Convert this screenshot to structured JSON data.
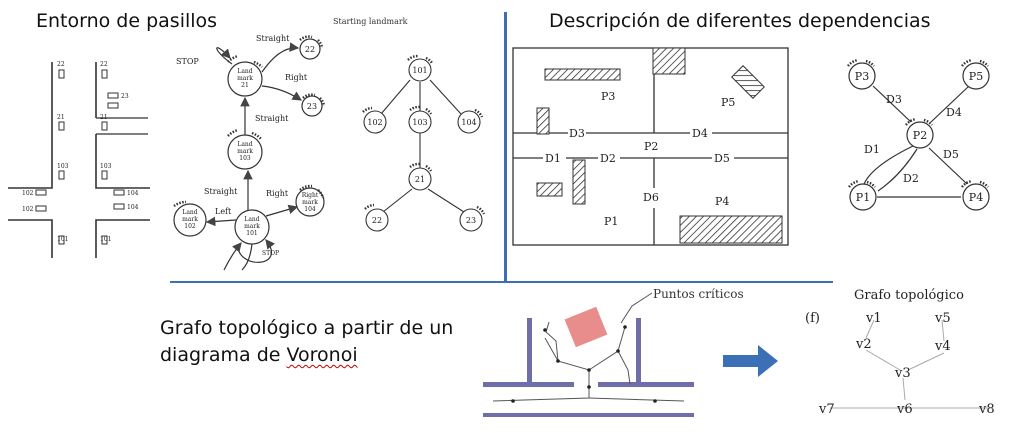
{
  "titles": {
    "hallways": "Entorno de pasillos",
    "rooms": "Descripción de diferentes dependencias",
    "voronoi_line1": "Grafo topológico a partir de un",
    "voronoi_line2_a": "diagrama de ",
    "voronoi_line2_b": "Voronoi"
  },
  "hallway_map": {
    "labels": [
      "22",
      "22",
      "23",
      "21",
      "21",
      "103",
      "103",
      "102",
      "102",
      "104",
      "104",
      "101",
      "101"
    ]
  },
  "landmark_graph": {
    "nodes": [
      {
        "lines": [
          "Land",
          "mark",
          "21"
        ]
      },
      {
        "lines": [
          "Land",
          "mark",
          "103"
        ]
      },
      {
        "lines": [
          "Land",
          "mark",
          "101"
        ]
      },
      {
        "lines": [
          "Land",
          "mark",
          "102"
        ]
      },
      {
        "lines": [
          "Right",
          "mark",
          "104"
        ]
      },
      {
        "lines": [
          "22"
        ]
      },
      {
        "lines": [
          "23"
        ]
      }
    ],
    "edge_labels": {
      "stop_top": "STOP",
      "straight_top": "Straight",
      "right_top": "Right",
      "straight_mid": "Straight",
      "straight_low": "Straight",
      "right_low": "Right",
      "left": "Left",
      "stop_bottom": "STOP"
    }
  },
  "tree_graph": {
    "caption": "Starting landmark",
    "nodes": [
      "101",
      "102",
      "103",
      "104",
      "21",
      "22",
      "23"
    ]
  },
  "floor_plan": {
    "rooms": [
      "P3",
      "P5",
      "P2",
      "P1",
      "P4"
    ],
    "doors": [
      "D3",
      "D4",
      "D1",
      "D2",
      "D5",
      "D6"
    ]
  },
  "room_graph": {
    "nodes": [
      "P3",
      "P5",
      "P2",
      "P1",
      "P4"
    ],
    "edges": [
      "D3",
      "D4",
      "D1",
      "D5",
      "D2"
    ]
  },
  "voronoi": {
    "label": "Puntos críticos"
  },
  "topological_graph": {
    "title": "Grafo topológico",
    "tag": "(f)",
    "nodes": [
      "v1",
      "v5",
      "v2",
      "v4",
      "v3",
      "v7",
      "v6",
      "v8"
    ]
  },
  "colors": {
    "separator": "#3f6fb0",
    "arrow": "#3b6fb6",
    "obstacle": "#e88c8c",
    "wall": "#6f6ea8"
  }
}
